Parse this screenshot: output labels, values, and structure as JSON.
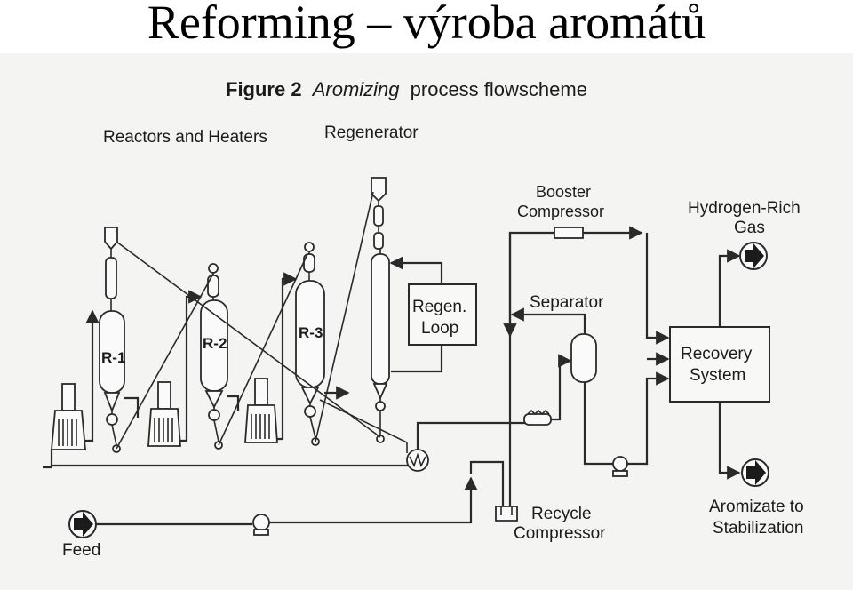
{
  "slide": {
    "title": "Reforming – výroba aromátů"
  },
  "figure": {
    "caption_prefix": "Figure 2",
    "caption_italic": "Aromizing",
    "caption_suffix": "process flowscheme",
    "section_reactors": "Reactors and Heaters",
    "section_regenerator": "Regenerator"
  },
  "reactors": {
    "r1": "R-1",
    "r2": "R-2",
    "r3": "R-3"
  },
  "units": {
    "regen_line1": "Regen.",
    "regen_line2": "Loop",
    "booster_line1": "Booster",
    "booster_line2": "Compressor",
    "separator": "Separator",
    "recovery_line1": "Recovery",
    "recovery_line2": "System",
    "recycle_line1": "Recycle",
    "recycle_line2": "Compressor"
  },
  "streams": {
    "hydrogen_line1": "Hydrogen-Rich",
    "hydrogen_line2": "Gas",
    "aromizate_line1": "Aromizate to",
    "aromizate_line2": "Stabilization",
    "feed": "Feed"
  },
  "colors": {
    "line": "#2a2a2a",
    "background": "#f4f4f2"
  }
}
